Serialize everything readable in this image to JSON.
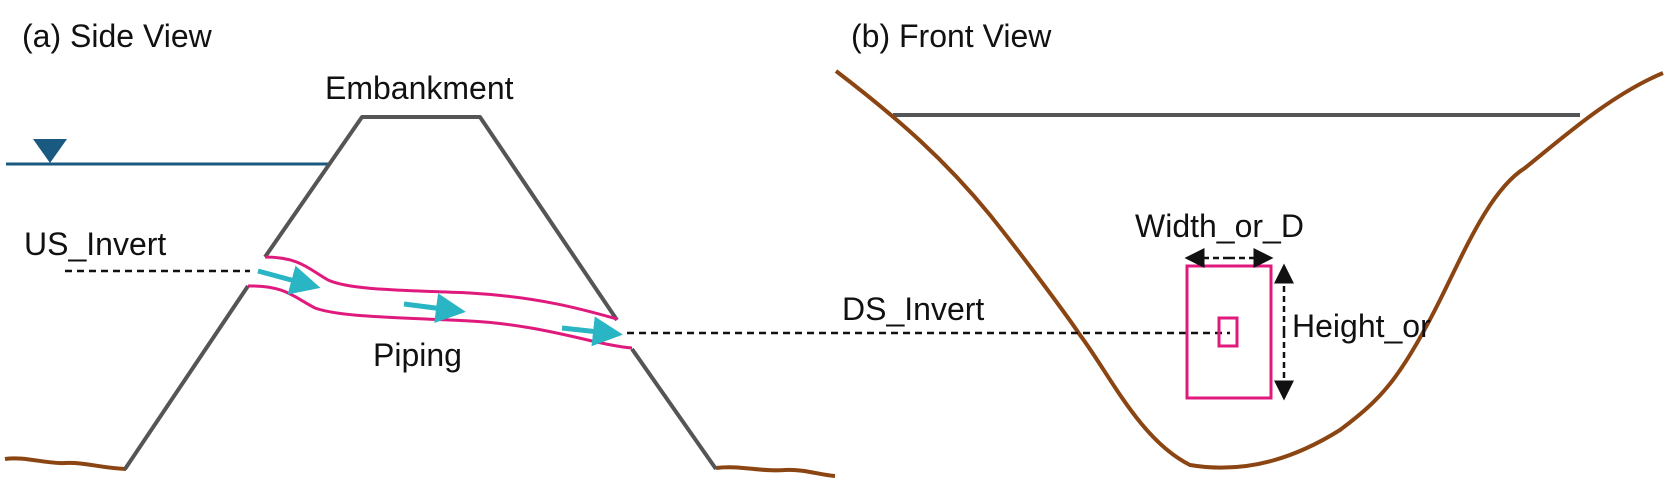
{
  "panels": {
    "side": {
      "title": "(a) Side View"
    },
    "front": {
      "title": "(b) Front View"
    }
  },
  "labels": {
    "embankment": "Embankment",
    "us_invert": "US_Invert",
    "ds_invert": "DS_Invert",
    "piping": "Piping",
    "width": "Width_or_D",
    "height": "Height_or"
  },
  "colors": {
    "embankment": "#555555",
    "water": "#1a5a80",
    "ground": "#8b4513",
    "pipe": "#e0197d",
    "flow_arrow": "#2ab5c5",
    "dashed": "#111111"
  },
  "icons": {
    "water_level": "inverted-triangle-icon",
    "flow": "arrow-right-icon"
  }
}
